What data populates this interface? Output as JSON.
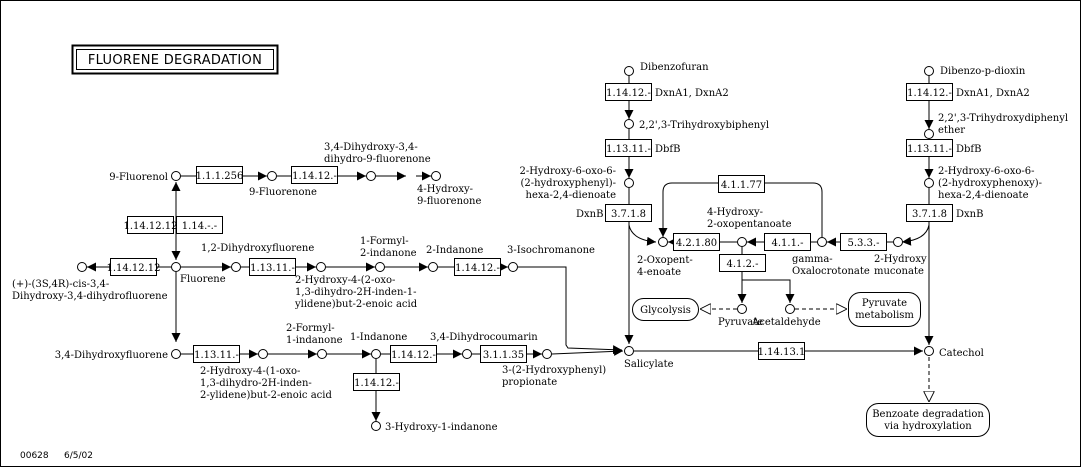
{
  "title": "FLUORENE DEGRADATION",
  "footer": {
    "map_id": "00628",
    "date": "6/5/02"
  },
  "colors": {
    "highlight_red": "#f4a4a8",
    "highlight_green": "#bff5bf",
    "line": "#000000",
    "background": "#ffffff"
  },
  "enzymes": {
    "e1_1_1_256": "1.1.1.256",
    "e1_14_12_a": "1.14.12.-",
    "e1_14_12_12_a": "1.14.12.12",
    "e1_14_dash": "1.14.-.-",
    "e1_14_12_12_b": "1.14.12.12",
    "e1_13_11_a": "1.13.11.-",
    "e1_14_12_b": "1.14.12.-",
    "e1_13_11_b": "1.13.11.-",
    "e1_14_12_c": "1.14.12.-",
    "e3_1_1_35": "3.1.1.35",
    "e1_14_12_d": "1.14.12.-",
    "e1_14_12_e": "1.14.12.-",
    "e1_13_11_c": "1.13.11.-",
    "e3_7_1_8_a": "3.7.1.8",
    "e4_2_1_80": "4.2.1.80",
    "e4_1_1_77": "4.1.1.77",
    "e4_1_1": "4.1.1.-",
    "e4_1_2": "4.1.2.-",
    "e5_3_3": "5.3.3.-",
    "e1_14_12_f": "1.14.12.-",
    "e1_13_11_d": "1.13.11.-",
    "e3_7_1_8_b": "3.7.1.8",
    "e1_14_13_1": "1.14.13.1"
  },
  "gene_labels": {
    "dxna_left": "DxnA1, DxnA2",
    "dbfb_left": "DbfB",
    "dxnb_left": "DxnB",
    "dxna_right": "DxnA1, DxnA2",
    "dbfb_right": "DbfB",
    "dxnb_right": "DxnB"
  },
  "compounds": {
    "fluorenol": "9-Fluorenol",
    "fluorenone": "9-Fluorenone",
    "dihydroxy_dihydro_1": "3,4-Dihydroxy-3,4-",
    "dihydroxy_dihydro_2": "dihydro-9-fluorenone",
    "hydroxy_fluorenone_1": "4-Hydroxy-",
    "hydroxy_fluorenone_2": "9-fluorenone",
    "fluorene": "Fluorene",
    "cis_dihydrodiol_1": "(+)-(3S,4R)-cis-3,4-",
    "cis_dihydrodiol_2": "Dihydroxy-3,4-dihydrofluorene",
    "dihydroxyfluorene_12": "1,2-Dihydroxyfluorene",
    "hoid_12_1": "2-Hydroxy-4-(2-oxo-",
    "hoid_12_2": "1,3-dihydro-2H-inden-1-",
    "hoid_12_3": "ylidene)but-2-enoic acid",
    "formyl_indanone_a_1": "1-Formyl-",
    "formyl_indanone_a_2": "2-indanone",
    "indanone_2": "2-Indanone",
    "isochromanone": "3-Isochromanone",
    "dihydroxyfluorene_34": "3,4-Dihydroxyfluorene",
    "hoid_34_1": "2-Hydroxy-4-(1-oxo-",
    "hoid_34_2": "1,3-dihydro-2H-inden-",
    "hoid_34_3": "2-ylidene)but-2-enoic acid",
    "formyl_indanone_b_1": "2-Formyl-",
    "formyl_indanone_b_2": "1-indanone",
    "indanone_1": "1-Indanone",
    "dihydrocoumarin": "3,4-Dihydrocoumarin",
    "hydroxyphenyl_propionate_1": "3-(2-Hydroxyphenyl)",
    "hydroxyphenyl_propionate_2": "propionate",
    "hydroxy_indanone": "3-Hydroxy-1-indanone",
    "salicylate": "Salicylate",
    "dibenzofuran": "Dibenzofuran",
    "trihydroxybiphenyl": "2,2',3-Trihydroxybiphenyl",
    "hohd_a_1": "2-Hydroxy-6-oxo-6-",
    "hohd_a_2": "(2-hydroxyphenyl)-",
    "hohd_a_3": "hexa-2,4-dienoate",
    "oxopentenoate_1": "2-Oxopent-",
    "oxopentenoate_2": "4-enoate",
    "hydroxy_oxopentanoate_1": "4-Hydroxy-",
    "hydroxy_oxopentanoate_2": "2-oxopentanoate",
    "oxalocrotonate_1": "gamma-",
    "oxalocrotonate_2": "Oxalocrotonate",
    "hydroxymuconate_1": "2-Hydroxy",
    "hydroxymuconate_2": "muconate",
    "pyruvate": "Pyruvate",
    "acetaldehyde": "Acetaldehyde",
    "dibenzo_dioxin": "Dibenzo-p-dioxin",
    "trihydroxydiphenylether_1": "2,2',3-Trihydroxydiphenyl",
    "trihydroxydiphenylether_2": "ether",
    "hohd_b_1": "2-Hydroxy-6-oxo-6-",
    "hohd_b_2": "(2-hydroxyphenoxy)-",
    "hohd_b_3": "hexa-2,4-dienoate",
    "catechol": "Catechol"
  },
  "maps": {
    "glycolysis": "Glycolysis",
    "pyruvate_metabolism_1": "Pyruvate",
    "pyruvate_metabolism_2": "metabolism",
    "benzoate_1": "Benzoate degradation",
    "benzoate_2": "via hydroxylation"
  }
}
